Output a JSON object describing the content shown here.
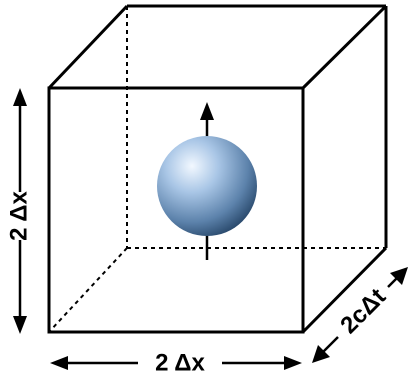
{
  "labels": {
    "bottom": "2 Δx",
    "left": "2 Δx",
    "depth": "2cΔt"
  },
  "colors": {
    "line": "#000000",
    "sphere_light": "#e6f2ff",
    "sphere_mid": "#8fb3d9",
    "sphere_dark": "#2d4f73"
  }
}
